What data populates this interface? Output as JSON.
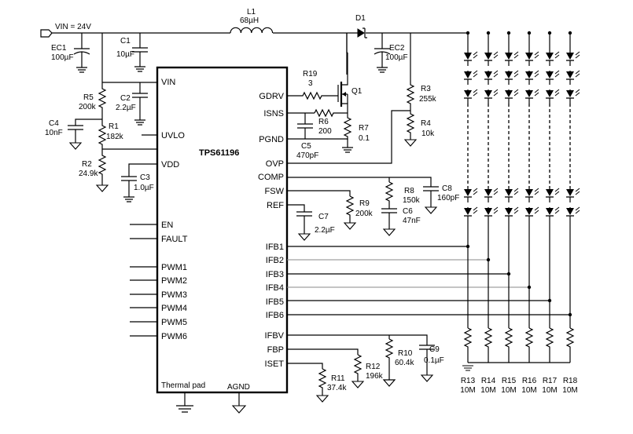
{
  "diagram": {
    "ic_name": "TPS61196",
    "thermal_pad": "Thermal pad",
    "agnd": "AGND",
    "vin_label": "VIN = 24V",
    "left_pins": [
      "VIN",
      "UVLO",
      "VDD",
      "EN",
      "FAULT",
      "PWM1",
      "PWM2",
      "PWM3",
      "PWM4",
      "PWM5",
      "PWM6"
    ],
    "right_pins": [
      "GDRV",
      "ISNS",
      "PGND",
      "OVP",
      "COMP",
      "FSW",
      "REF",
      "IFB1",
      "IFB2",
      "IFB3",
      "IFB4",
      "IFB5",
      "IFB6",
      "IFBV",
      "FBP",
      "ISET"
    ],
    "components": [
      {
        "ref": "L1",
        "value": "68µH"
      },
      {
        "ref": "D1",
        "value": ""
      },
      {
        "ref": "EC1",
        "value": "100µF"
      },
      {
        "ref": "C1",
        "value": "10µF"
      },
      {
        "ref": "EC2",
        "value": "100µF"
      },
      {
        "ref": "R19",
        "value": "3"
      },
      {
        "ref": "Q1",
        "value": ""
      },
      {
        "ref": "R5",
        "value": "200k"
      },
      {
        "ref": "C2",
        "value": "2.2µF"
      },
      {
        "ref": "C4",
        "value": "10nF"
      },
      {
        "ref": "R1",
        "value": "182k"
      },
      {
        "ref": "R2",
        "value": "24.9k"
      },
      {
        "ref": "C3",
        "value": "1.0µF"
      },
      {
        "ref": "R6",
        "value": "200"
      },
      {
        "ref": "R7",
        "value": "0.1"
      },
      {
        "ref": "C5",
        "value": "470pF"
      },
      {
        "ref": "R3",
        "value": "255k"
      },
      {
        "ref": "R4",
        "value": "10k"
      },
      {
        "ref": "R8",
        "value": "150k"
      },
      {
        "ref": "C8",
        "value": "160pF"
      },
      {
        "ref": "C6",
        "value": "47nF"
      },
      {
        "ref": "R9",
        "value": "200k"
      },
      {
        "ref": "C7",
        "value": "2.2µF"
      },
      {
        "ref": "R10",
        "value": "60.4k"
      },
      {
        "ref": "C9",
        "value": "0.1µF"
      },
      {
        "ref": "R11",
        "value": "37.4k"
      },
      {
        "ref": "R12",
        "value": "196k"
      }
    ],
    "bleeders": [
      {
        "ref": "R13",
        "value": "10M"
      },
      {
        "ref": "R14",
        "value": "10M"
      },
      {
        "ref": "R15",
        "value": "10M"
      },
      {
        "ref": "R16",
        "value": "10M"
      },
      {
        "ref": "R17",
        "value": "10M"
      },
      {
        "ref": "R18",
        "value": "10M"
      }
    ]
  }
}
